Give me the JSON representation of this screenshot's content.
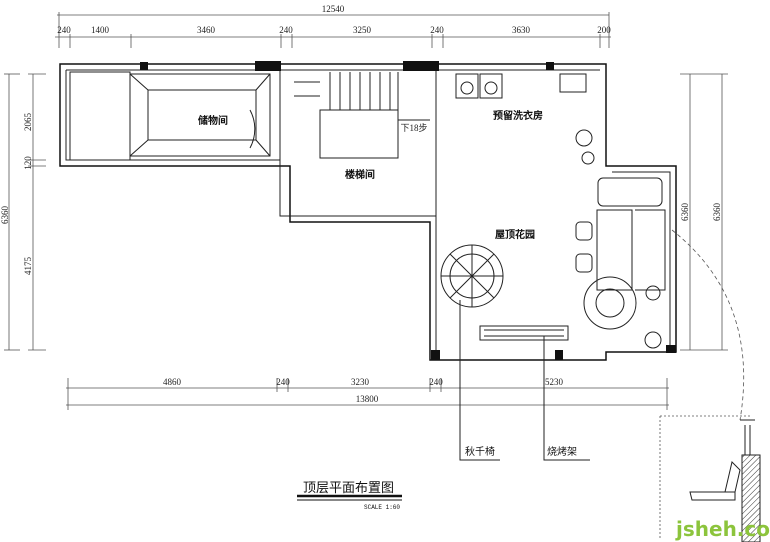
{
  "title": "顶层平面布置图",
  "scale": "SCALE 1:60",
  "rooms": {
    "storage": "储物间",
    "stair": "楼梯间",
    "laundry": "预留洗衣房",
    "garden": "屋顶花园",
    "stair_note": "下18步"
  },
  "callouts": {
    "swing": "秋千椅",
    "bbq": "烧烤架"
  },
  "dims_top": {
    "total": "12540",
    "segments": [
      "240",
      "1400",
      "3460",
      "240",
      "3250",
      "240",
      "3630",
      "200"
    ]
  },
  "dims_bottom": {
    "total": "13800",
    "segments": [
      "4860",
      "240",
      "3230",
      "240",
      "5230"
    ]
  },
  "dims_left": {
    "total": "6360",
    "segments": [
      "2065",
      "120",
      "4175"
    ]
  },
  "dims_right": {
    "inner": "6360",
    "outer": "6360"
  },
  "watermark": "jsheh.com"
}
